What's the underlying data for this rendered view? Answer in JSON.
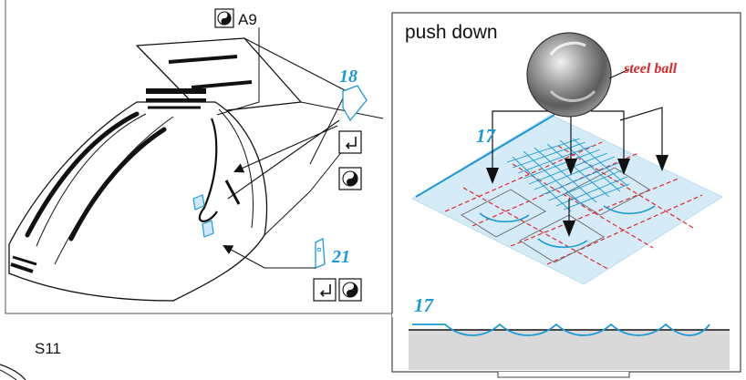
{
  "colors": {
    "ink": "#111111",
    "part_number": "#1a9ad6",
    "steel_ball_label": "#d8282f",
    "decal_sheet": "#cfe7f7",
    "guide_lines": "#e0282f",
    "surface": "#d9d9d9"
  },
  "main_view": {
    "callout_a9_icon": "yin-yang-icon",
    "callout_a9_text": "A9",
    "part_18_label": "18",
    "part_18_icons": [
      "bend-arrow-icon",
      "yin-yang-icon"
    ],
    "part_21_label": "21",
    "part_21_icons": [
      "bend-arrow-icon",
      "yin-yang-icon"
    ]
  },
  "step_label": "S11",
  "inset": {
    "title": "push down",
    "steel_ball_label": "steel ball",
    "part_17_label": "17",
    "cross_section_label": "17"
  }
}
